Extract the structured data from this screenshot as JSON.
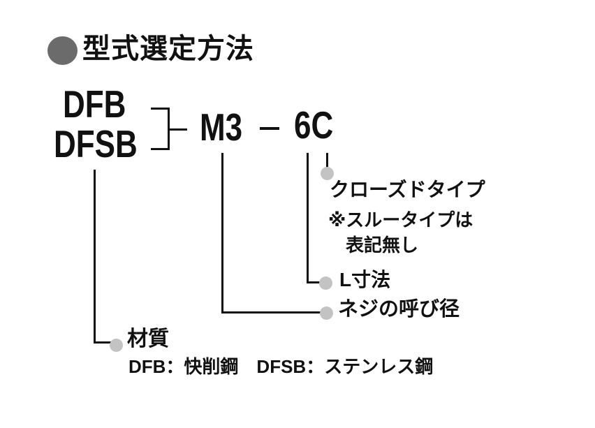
{
  "header": {
    "title": "型式選定方法",
    "bullet_color": "#6b6b6b"
  },
  "model_code": {
    "series": [
      {
        "label": "DFB"
      },
      {
        "label": "DFSB"
      }
    ],
    "thread_size": "M3",
    "separator": "-",
    "suffix": "6C"
  },
  "callouts": {
    "dot_color": "#c3c3c3",
    "line_color": "#111111",
    "closed_type": {
      "title": "クローズドタイプ",
      "note_line1": "※スルータイプは",
      "note_line2": "表記無し"
    },
    "l_dimension": {
      "label": "L寸法"
    },
    "thread_diameter": {
      "label": "ネジの呼び径"
    },
    "material": {
      "label": "材質",
      "detail": "DFB：快削鋼　DFSB：ステンレス鋼"
    }
  }
}
